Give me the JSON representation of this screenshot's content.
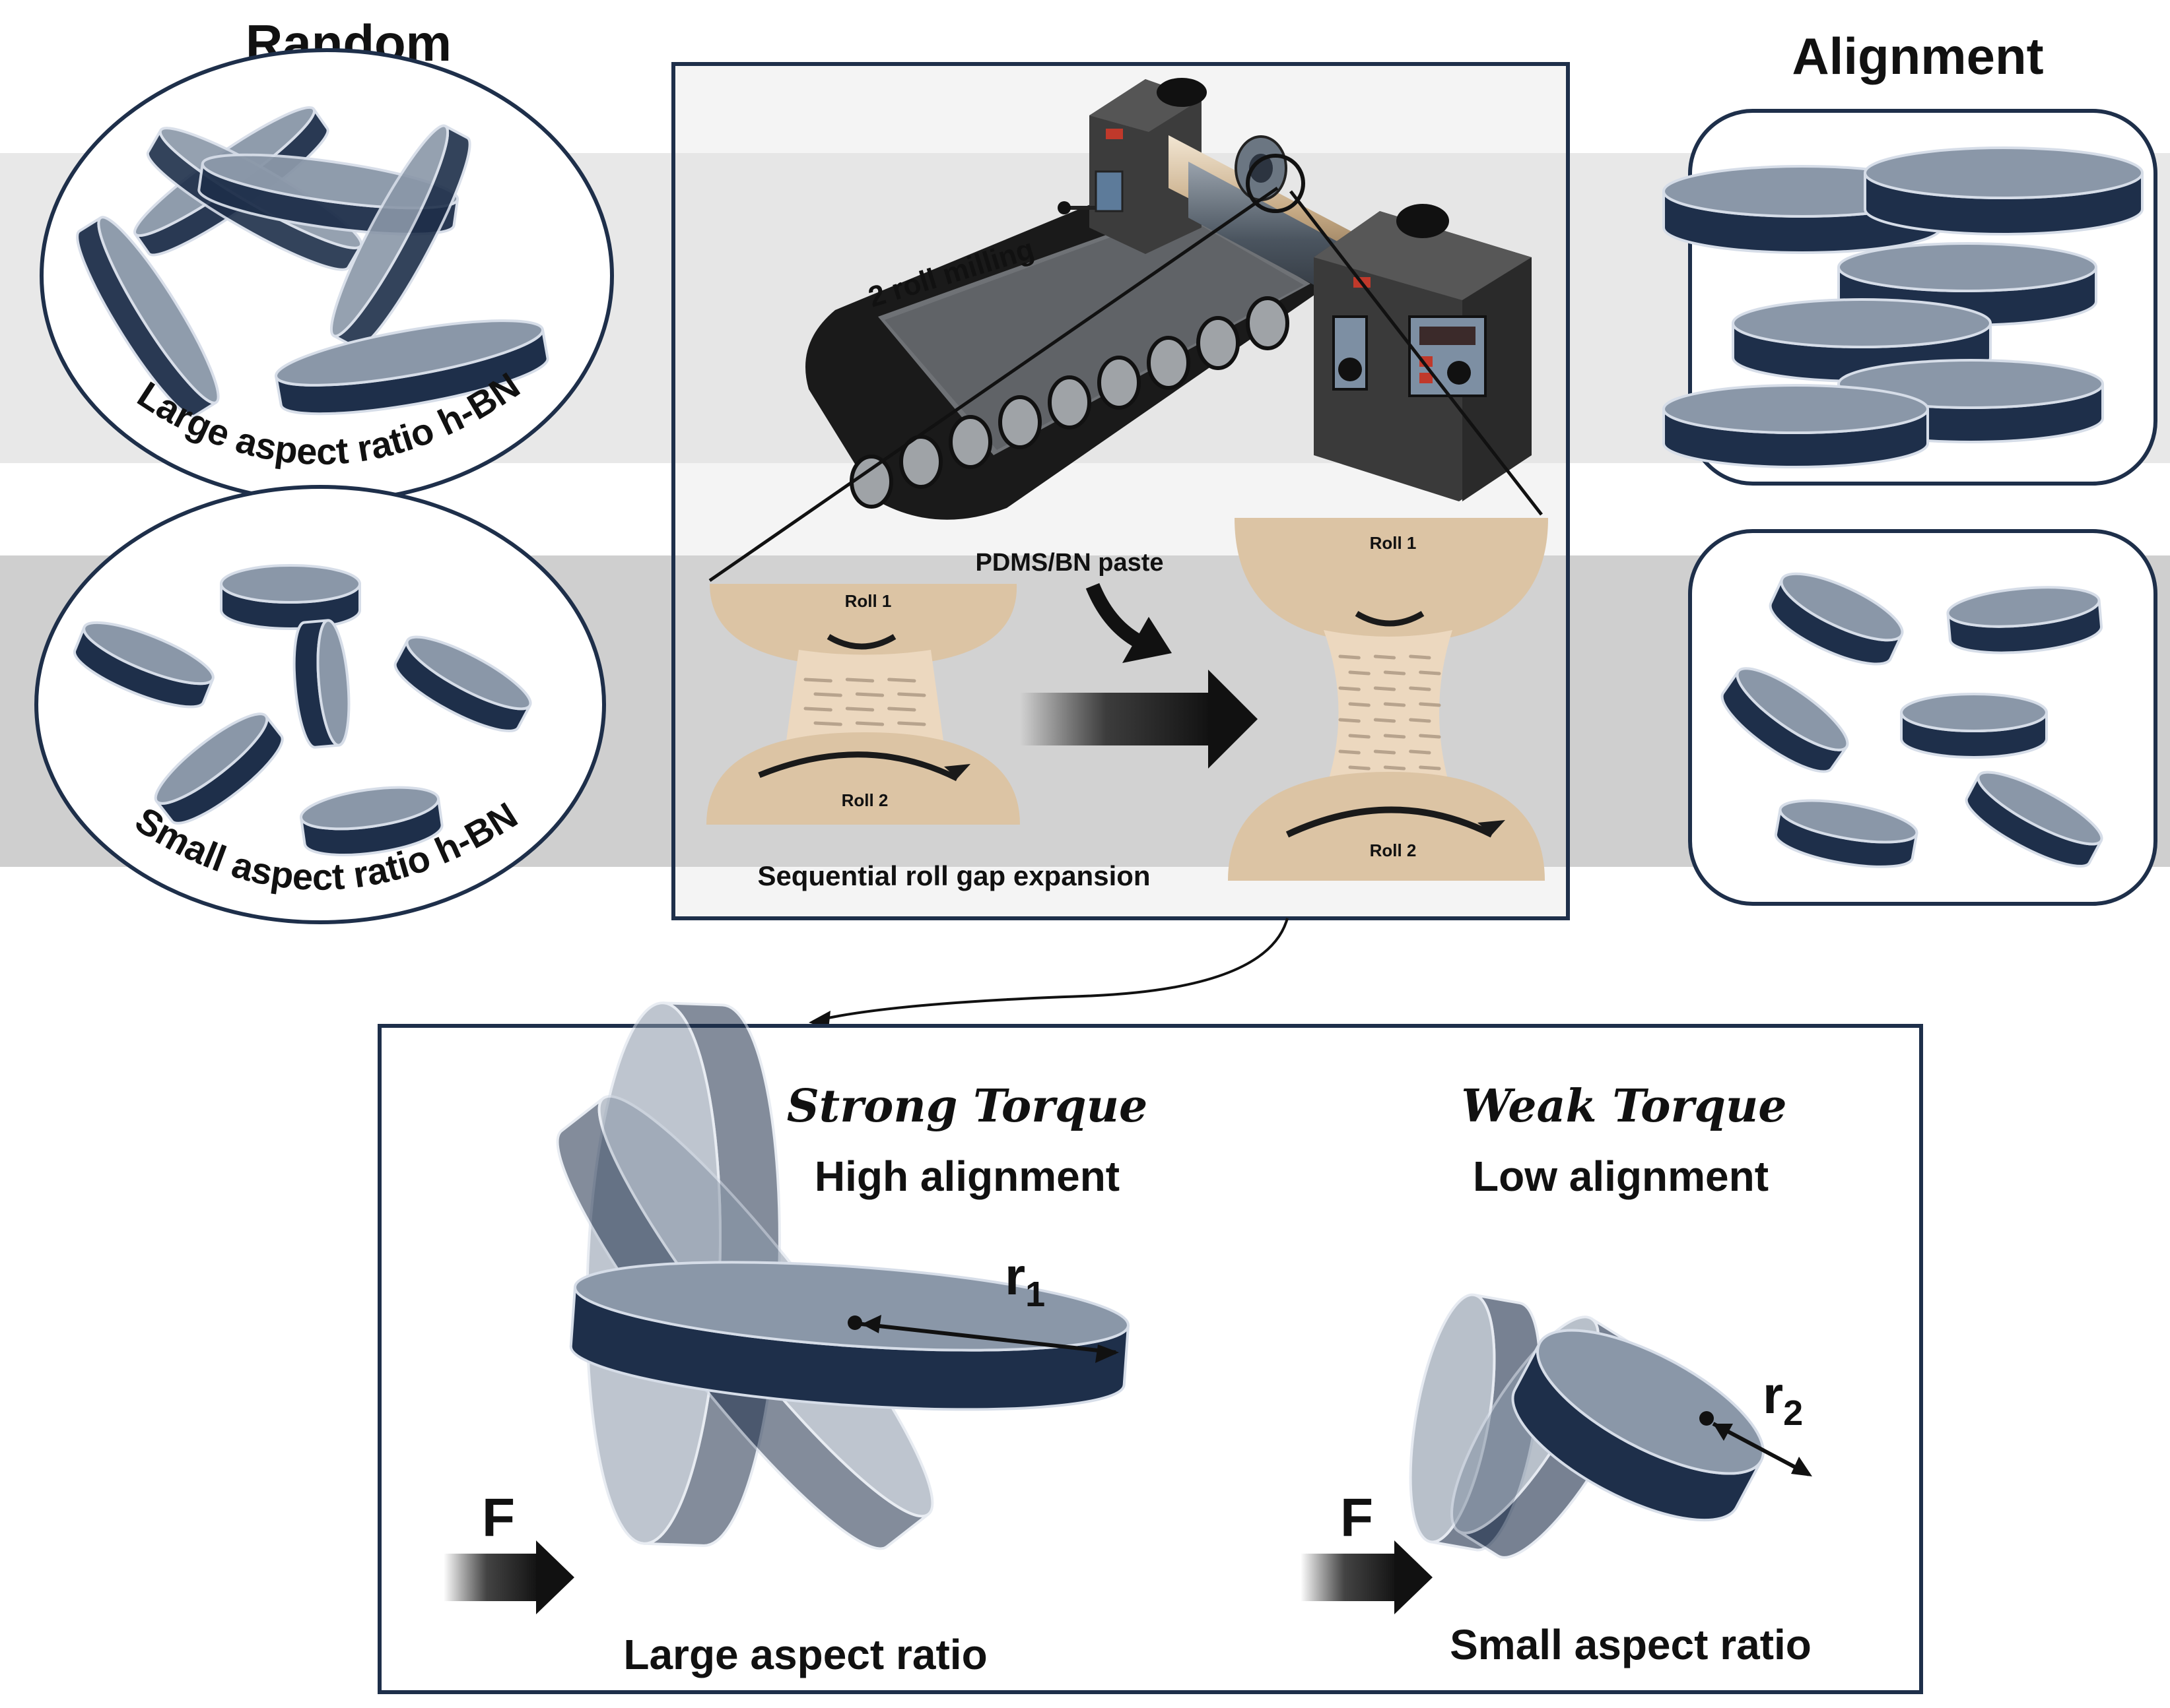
{
  "headers": {
    "random": "Random",
    "alignment": "Alignment"
  },
  "random_labels": {
    "large": "Large aspect ratio h-BN",
    "small": "Small aspect ratio h-BN"
  },
  "mill": {
    "title": "2 roll milling",
    "paste": "PDMS/BN paste",
    "roll1": "Roll 1",
    "roll2": "Roll 2",
    "expansion": "Sequential roll gap expansion"
  },
  "torque": {
    "strong": {
      "title": "Strong Torque",
      "subtitle": "High alignment",
      "radius_label": "r",
      "radius_sub": "1",
      "force": "F",
      "caption": "Large aspect ratio"
    },
    "weak": {
      "title": "Weak Torque",
      "subtitle": "Low alignment",
      "radius_label": "r",
      "radius_sub": "2",
      "force": "F",
      "caption": "Small aspect ratio"
    }
  },
  "colors": {
    "disk_top": "#8a97a8",
    "disk_side": "#1e2f4a",
    "disk_edge": "#d6dde8",
    "frame": "#1e2f4a",
    "band_light": "#e9e9e9",
    "band_dark": "#cfcfcf",
    "paste": "#ead6bd",
    "roll": "#dcc4a4",
    "machine": "#3a3a3a"
  }
}
